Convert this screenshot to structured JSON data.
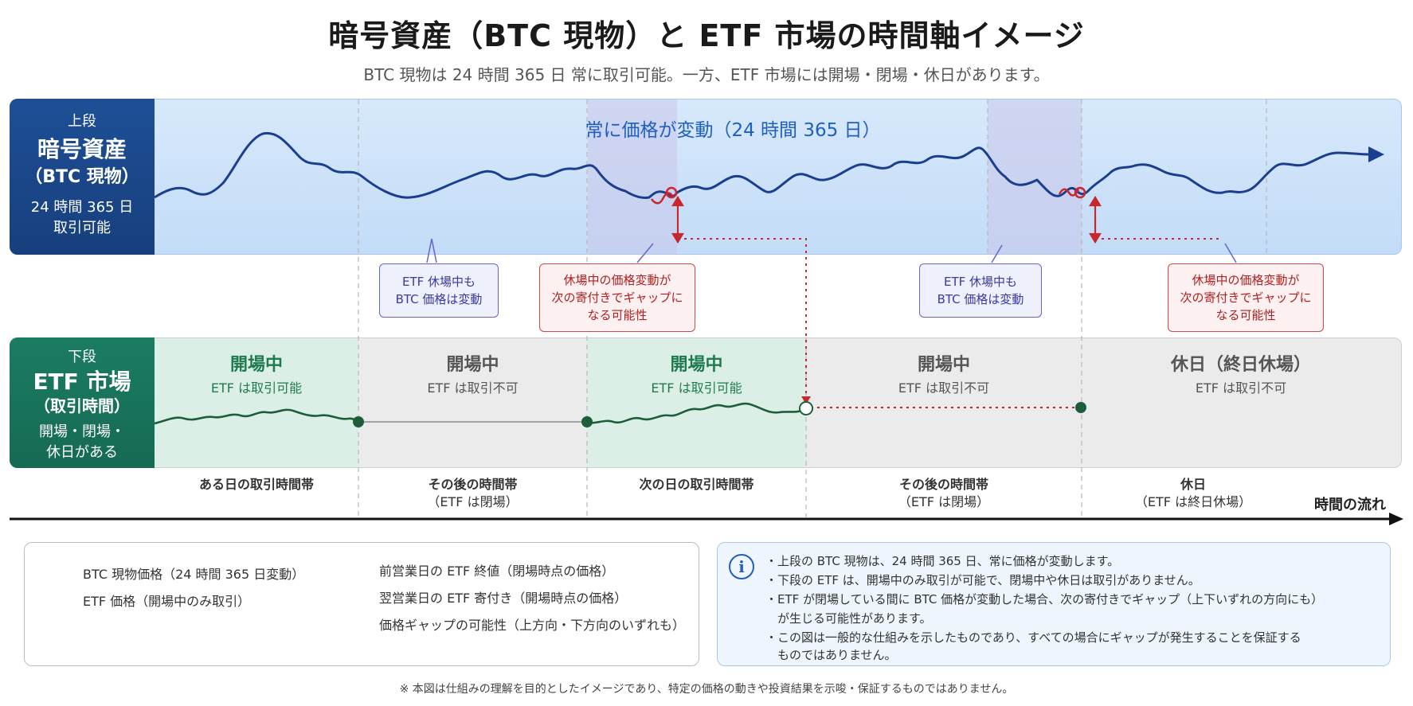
{
  "title": "暗号資産（BTC 現物）と ETF 市場の時間軸イメージ",
  "subtitle": "BTC 現物は 24 時間 365 日 常に取引可能。一方、ETF 市場には開場・閉場・休日があります。",
  "top_band": {
    "label_1": "上段",
    "label_2": "暗号資産",
    "label_3": "（BTC 現物）",
    "label_4": "24 時間 365 日",
    "label_5": "取引可能",
    "caption": "常に価格が変動（24 時間 365 日）"
  },
  "bottom_band": {
    "label_1": "下段",
    "label_2": "ETF 市場",
    "label_3": "（取引時間）",
    "label_4": "開場・閉場・",
    "label_5": "休日がある"
  },
  "segments": [
    {
      "title": "開場中",
      "sub": "ETF は取引可能"
    },
    {
      "title": "開場中",
      "sub": "ETF は取引不可"
    },
    {
      "title": "開場中",
      "sub": "ETF は取引可能"
    },
    {
      "title": "開場中",
      "sub": "ETF は取引不可"
    },
    {
      "title": "休日（終日休場）",
      "sub": "ETF は取引不可"
    }
  ],
  "periods": [
    {
      "line1": "ある日の取引時間帯",
      "line2": ""
    },
    {
      "line1": "その後の時間帯",
      "line2": "（ETF は閉場）"
    },
    {
      "line1": "次の日の取引時間帯",
      "line2": ""
    },
    {
      "line1": "その後の時間帯",
      "line2": "（ETF は閉場）"
    },
    {
      "line1": "休日",
      "line2": "（ETF は終日休場）"
    }
  ],
  "axis_label": "時間の流れ",
  "callouts": {
    "blue_1": {
      "line1": "ETF 休場中も",
      "line2": "BTC 価格は変動"
    },
    "red_1": {
      "line1": "休場中の価格変動が",
      "line2": "次の寄付きでギャップに",
      "line3": "なる可能性"
    },
    "blue_2": {
      "line1": "ETF 休場中も",
      "line2": "BTC 価格は変動"
    },
    "red_2": {
      "line1": "休場中の価格変動が",
      "line2": "次の寄付きでギャップに",
      "line3": "なる可能性"
    }
  },
  "legend": {
    "btc_line": "BTC 現物価格（24 時間 365 日変動）",
    "etf_line": "ETF 価格（開場中のみ取引）",
    "close_dot": "前営業日の ETF 終値（閉場時点の価格）",
    "open_dot": "翌営業日の ETF 寄付き（開場時点の価格）",
    "gap_arrow": "価格ギャップの可能性（上方向・下方向のいずれも）"
  },
  "info": {
    "icon": "i",
    "lines": [
      "・上段の BTC 現物は、24 時間 365 日、常に価格が変動します。",
      "・下段の ETF は、開場中のみ取引が可能で、閉場中や休日は取引がありません。",
      "・ETF が閉場している間に BTC 価格が変動した場合、次の寄付きでギャップ（上下いずれの方向にも）",
      "　が生じる可能性があります。",
      "・この図は一般的な仕組みを示したものであり、すべての場合にギャップが発生することを保証する",
      "　ものではありません。"
    ]
  },
  "footnote": "※ 本図は仕組みの理解を目的としたイメージであり、特定の価格の動きや投資結果を示唆・保証するものではありません。",
  "colors": {
    "btc_navy": "#1b3f8f",
    "etf_green": "#1d5e3a",
    "gap_red": "#c8272d",
    "callout_purple": "#6a63c9"
  }
}
